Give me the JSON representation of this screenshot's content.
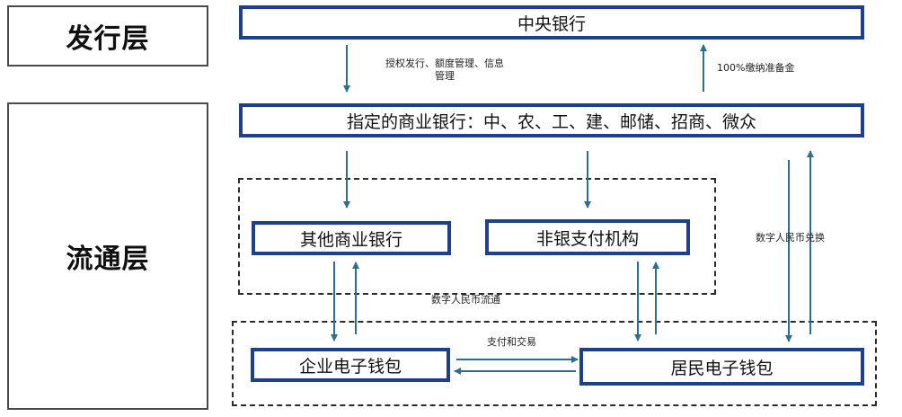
{
  "layers": {
    "issuance": "发行层",
    "circulation": "流通层"
  },
  "nodes": {
    "central_bank": "中央银行",
    "designated_banks": "指定的商业银行：中、农、工、建、邮储、招商、微众",
    "other_banks": "其他商业银行",
    "nonbank_payment": "非银支付机构",
    "enterprise_wallet": "企业电子钱包",
    "resident_wallet": "居民电子钱包"
  },
  "edge_labels": {
    "issuance_line1": "授权发行、额度管理、信息",
    "issuance_line2": "管理",
    "reserve": "100%缴纳准备金",
    "exchange": "数字人民币兑换",
    "circulation": "数字人民币流通",
    "payment": "支付和交易"
  },
  "colors": {
    "box_border": "#1f3f86",
    "arrow": "#2e6e8e",
    "layer_border": "#4a4a4a"
  }
}
